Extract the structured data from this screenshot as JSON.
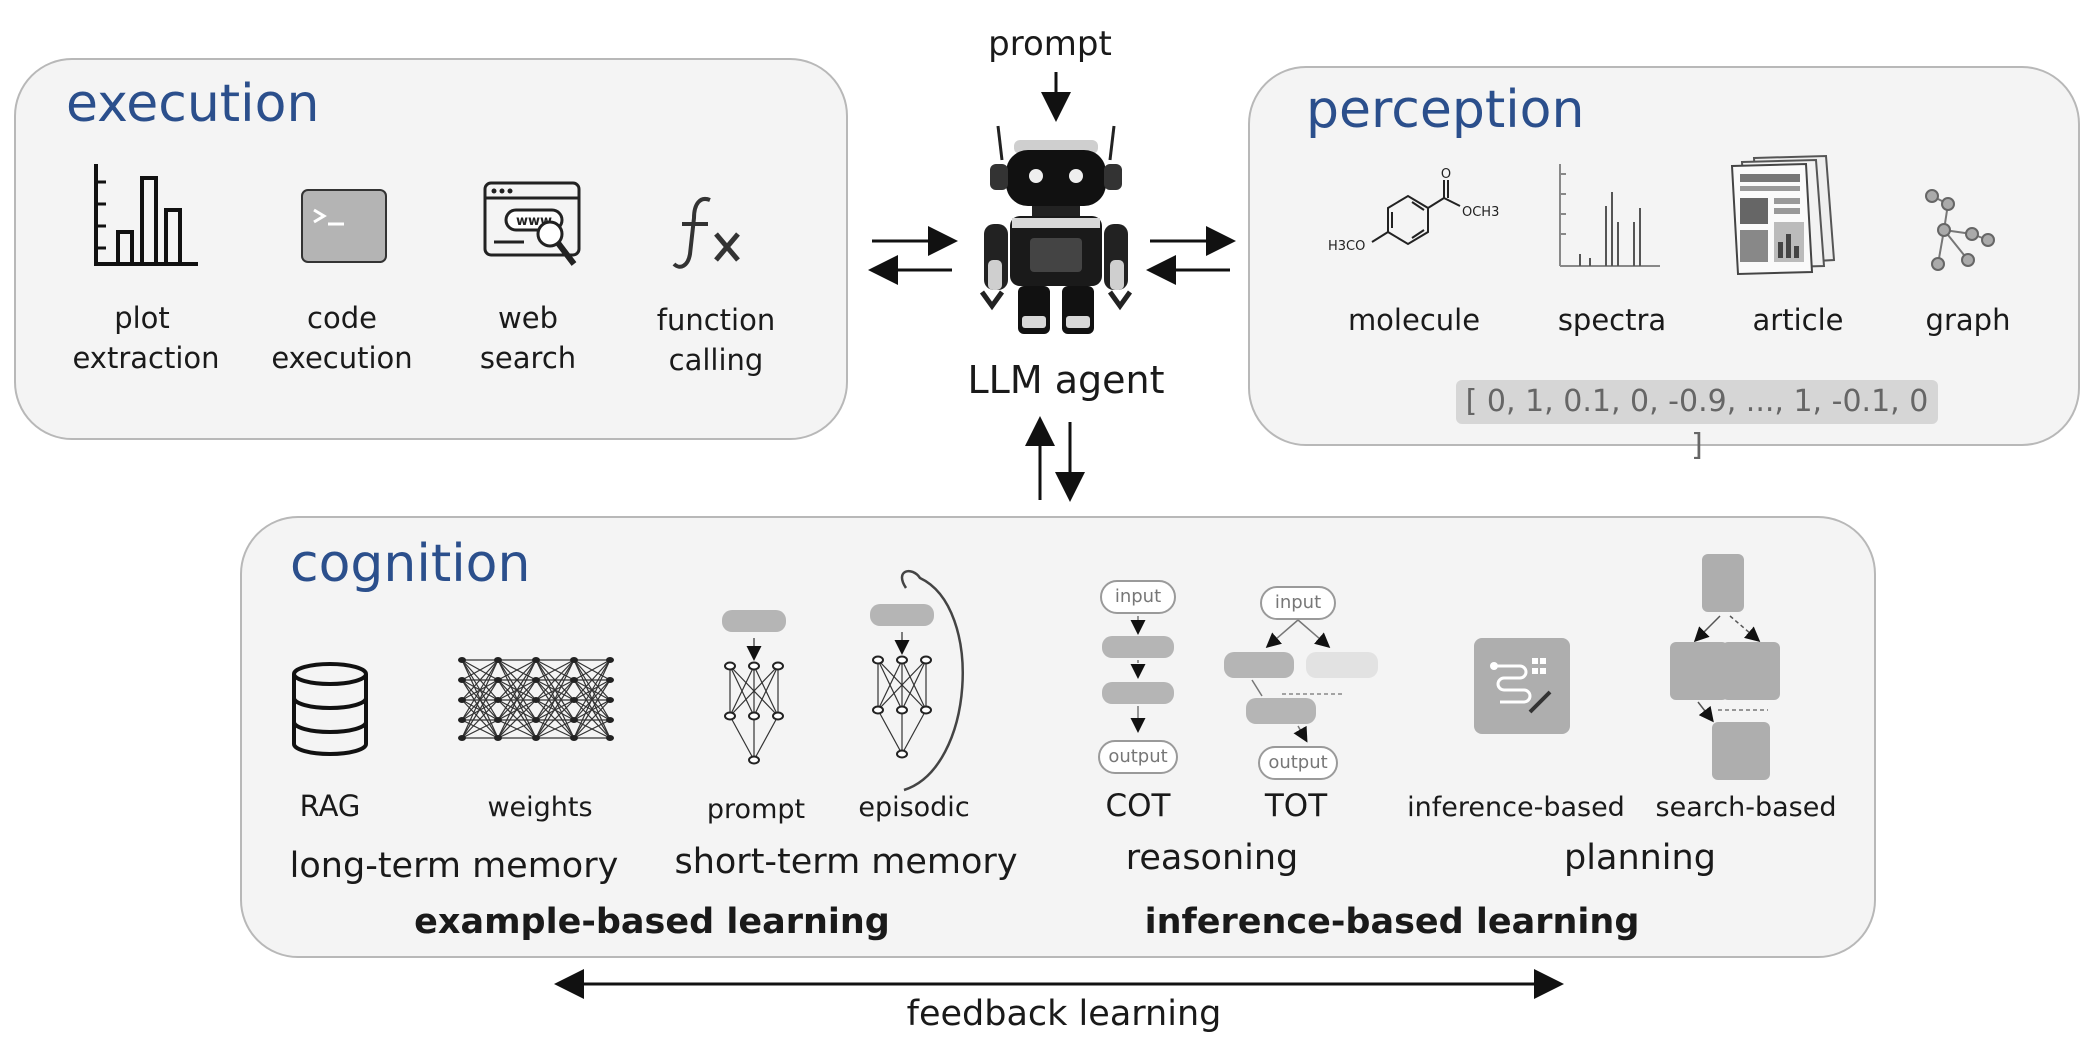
{
  "agent": {
    "prompt_label": "prompt",
    "agent_label": "LLM agent"
  },
  "execution": {
    "title": "execution",
    "items": [
      {
        "line1": "plot",
        "line2": "extraction",
        "icon": "bar-chart-icon"
      },
      {
        "line1": "code",
        "line2": "execution",
        "icon": "terminal-icon"
      },
      {
        "line1": "web",
        "line2": "search",
        "icon": "web-search-icon"
      },
      {
        "line1": "function",
        "line2": "calling",
        "icon": "function-icon"
      }
    ]
  },
  "perception": {
    "title": "perception",
    "items": [
      {
        "label": "molecule",
        "icon": "molecule-icon"
      },
      {
        "label": "spectra",
        "icon": "spectra-icon"
      },
      {
        "label": "article",
        "icon": "article-icon"
      },
      {
        "label": "graph",
        "icon": "graph-icon"
      }
    ],
    "molecule_labels": {
      "left": "H3CO",
      "right": "OCH3",
      "top": "O"
    },
    "embedding": "[ 0, 1, 0.1, 0, -0.9, ..., 1, -0.1, 0 ]"
  },
  "cognition": {
    "title": "cognition",
    "long_term_memory": {
      "label": "long-term memory",
      "items": [
        "RAG",
        "weights"
      ]
    },
    "short_term_memory": {
      "label": "short-term memory",
      "items": [
        "prompt",
        "episodic"
      ]
    },
    "reasoning": {
      "label": "reasoning",
      "items": [
        "COT",
        "TOT"
      ],
      "input": "input",
      "output": "output"
    },
    "planning": {
      "label": "planning",
      "items": [
        "inference-based",
        "search-based"
      ]
    },
    "example_based": "example-based learning",
    "inference_based": "inference-based learning"
  },
  "feedback": "feedback learning",
  "colors": {
    "title": "#2b4f8c",
    "box_bg": "#f4f4f4",
    "box_border": "#b8b8b8",
    "icon_gray": "#b0b0b0"
  }
}
